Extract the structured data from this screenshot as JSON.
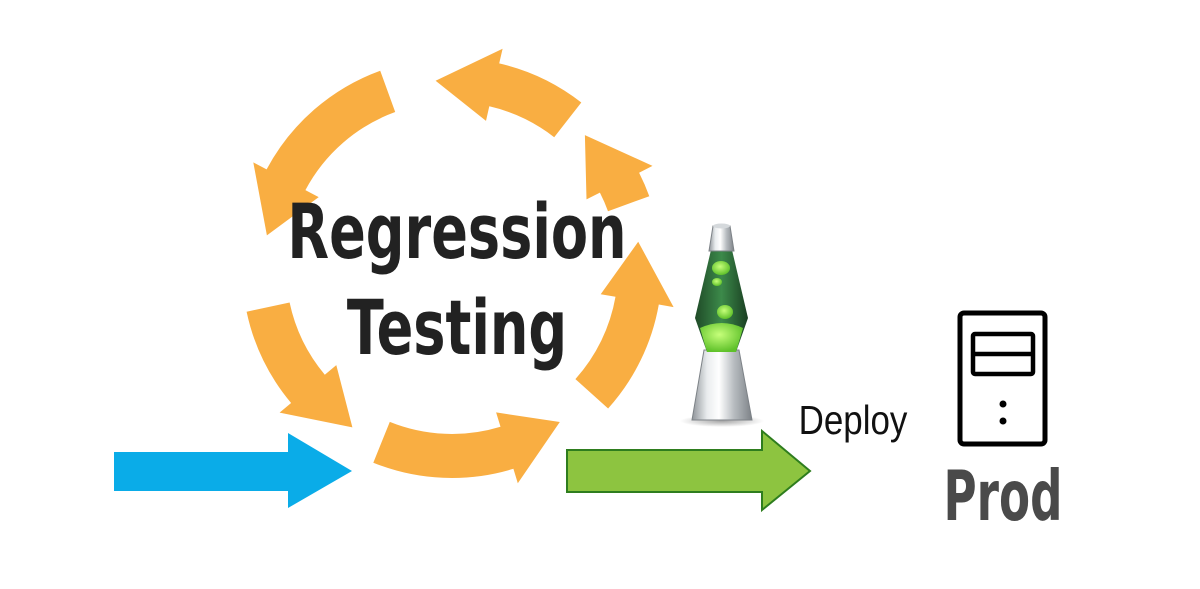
{
  "cycle": {
    "title_line1": "Regression",
    "title_line2": "Testing",
    "arrow_color": "#F9AE42",
    "text_color": "#222222"
  },
  "input_arrow": {
    "color": "#0AACE8"
  },
  "deploy": {
    "label": "Deploy",
    "arrow_fill": "#8DC440",
    "arrow_stroke": "#2E7D1E"
  },
  "prod": {
    "label": "Prod",
    "color": "#4a4a4a",
    "icon": "server-icon"
  },
  "lava_lamp": {
    "icon": "lava-lamp-icon",
    "liquid_color": "#2E6B3A",
    "wax_color": "#7FE03A"
  }
}
